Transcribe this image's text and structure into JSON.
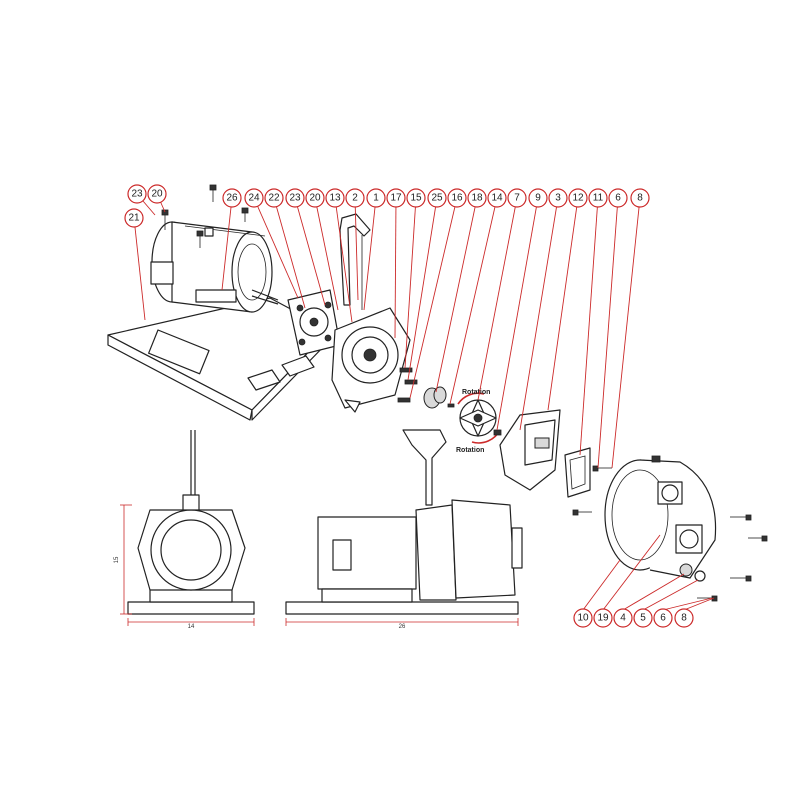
{
  "callouts_top": [
    {
      "label": "23"
    },
    {
      "label": "20"
    },
    {
      "label": "21"
    },
    {
      "label": "26"
    },
    {
      "label": "24"
    },
    {
      "label": "22"
    },
    {
      "label": "23"
    },
    {
      "label": "20"
    },
    {
      "label": "13"
    },
    {
      "label": "2"
    },
    {
      "label": "1"
    },
    {
      "label": "17"
    },
    {
      "label": "15"
    },
    {
      "label": "25"
    },
    {
      "label": "16"
    },
    {
      "label": "18"
    },
    {
      "label": "14"
    },
    {
      "label": "7"
    },
    {
      "label": "9"
    },
    {
      "label": "3"
    },
    {
      "label": "12"
    },
    {
      "label": "11"
    },
    {
      "label": "6"
    },
    {
      "label": "8"
    }
  ],
  "callouts_bottom": [
    {
      "label": "10"
    },
    {
      "label": "19"
    },
    {
      "label": "4"
    },
    {
      "label": "5"
    },
    {
      "label": "6"
    },
    {
      "label": "8"
    }
  ],
  "rotation": {
    "top": "Rotation",
    "bottom": "Rotation"
  },
  "dimensions": {
    "width_side": "14",
    "length_front": "26",
    "height": "15"
  },
  "colors": {
    "callout": "#cc2a2a",
    "line": "#222222",
    "fill": "#ffffff"
  }
}
